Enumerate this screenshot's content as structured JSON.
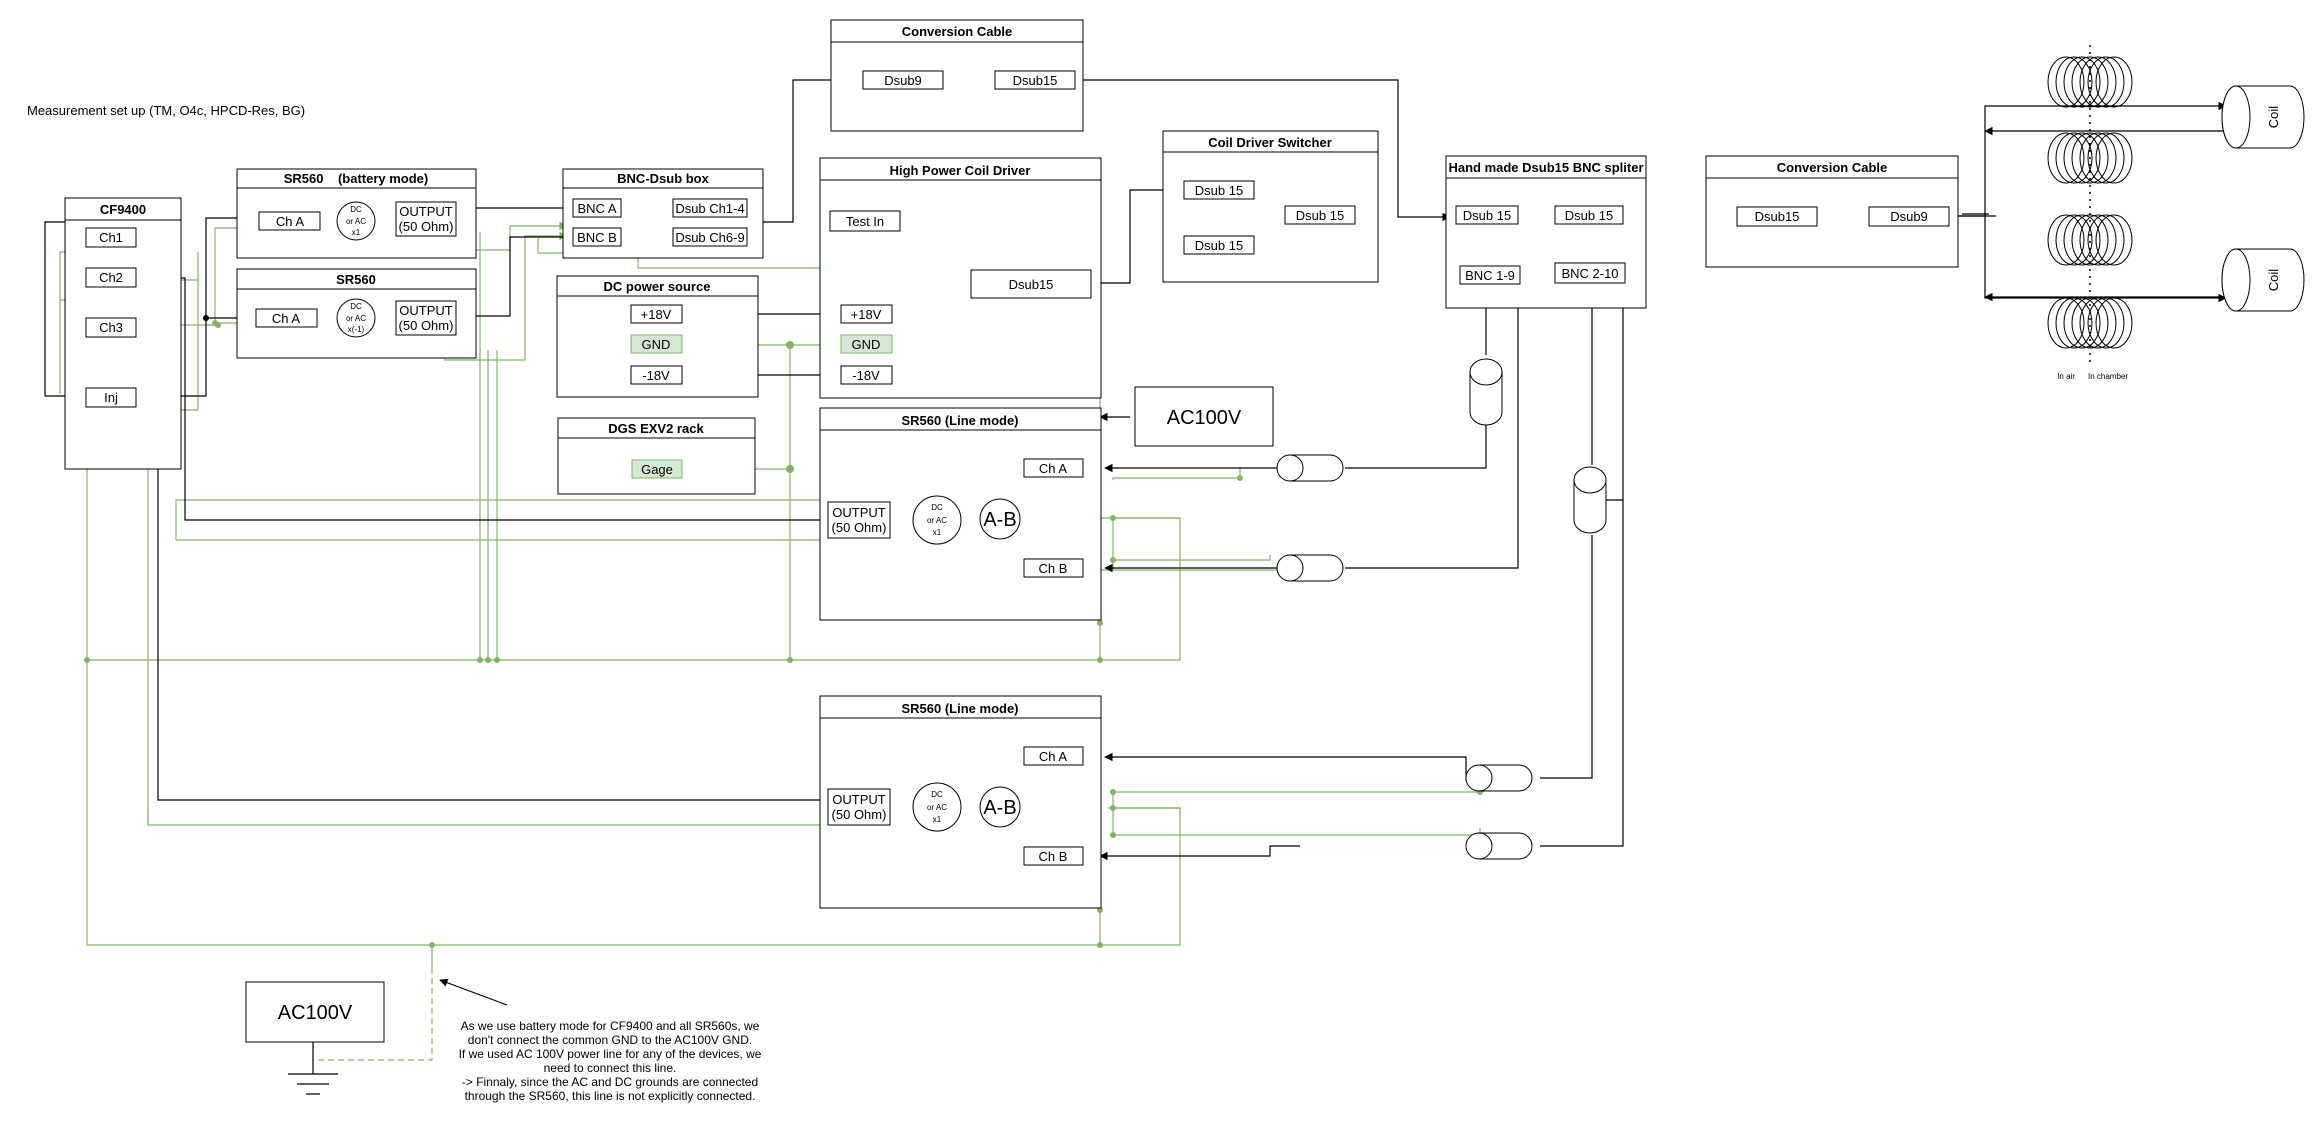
{
  "caption": "Measurement set up (TM, O4c, HPCD-Res, BG)",
  "colors": {
    "line": "#000000",
    "ground": "#82b366",
    "ground_fill": "#d5e8d4"
  },
  "cf9400": {
    "title": "CF9400",
    "ch1": "Ch1",
    "ch2": "Ch2",
    "ch3": "Ch3",
    "inj": "Inj"
  },
  "sr560_batt": {
    "title": "SR560    (battery mode)",
    "cha": "Ch A",
    "dc1": "DC",
    "dc2": "or AC",
    "dc3": "x1",
    "out1": "OUTPUT",
    "out2": "(50 Ohm)"
  },
  "sr560": {
    "title": "SR560",
    "cha": "Ch A",
    "dc1": "DC",
    "dc2": "or AC",
    "dc3": "x(-1)",
    "out1": "OUTPUT",
    "out2": "(50 Ohm)"
  },
  "bnc_dsub": {
    "title": "BNC-Dsub box",
    "bnca": "BNC A",
    "bncb": "BNC B",
    "ch14": "Dsub Ch1-4",
    "ch69": "Dsub Ch6-9"
  },
  "dc_power": {
    "title": "DC power source",
    "p18": "+18V",
    "gnd": "GND",
    "m18": "-18V"
  },
  "dgs": {
    "title": "DGS EXV2 rack",
    "gage": "Gage"
  },
  "conv_cable_1": {
    "title": "Conversion Cable",
    "a": "Dsub9",
    "b": "Dsub15"
  },
  "hpcd": {
    "title": "High Power Coil Driver",
    "test": "Test In",
    "dsub": "Dsub15",
    "p18": "+18V",
    "gnd": "GND",
    "m18": "-18V"
  },
  "switcher": {
    "title": "Coil Driver Switcher",
    "a": "Dsub 15",
    "b": "Dsub 15",
    "c": "Dsub 15"
  },
  "splitter": {
    "title": "Hand made Dsub15 BNC spliter",
    "a": "Dsub 15",
    "b": "Dsub 15",
    "bnc1": "BNC 1-9",
    "bnc2": "BNC 2-10"
  },
  "conv_cable_2": {
    "title": "Conversion Cable",
    "a": "Dsub15",
    "b": "Dsub9"
  },
  "coil_top": "Coil",
  "coil_bottom": "Coil",
  "label_air": "In air",
  "label_chamber": "In chamber",
  "ac100v_top": "AC100V",
  "ac100v_bottom": "AC100V",
  "sr560_line_1": {
    "title": "SR560 (Line mode)",
    "cha": "Ch A",
    "chb": "Ch B",
    "ab": "A-B",
    "dc1": "DC",
    "dc2": "or AC",
    "dc3": "x1",
    "out1": "OUTPUT",
    "out2": "(50 Ohm)"
  },
  "sr560_line_2": {
    "title": "SR560 (Line mode)",
    "cha": "Ch A",
    "chb": "Ch B",
    "ab": "A-B",
    "dc1": "DC",
    "dc2": "or AC",
    "dc3": "x1",
    "out1": "OUTPUT",
    "out2": "(50 Ohm)"
  },
  "note": [
    "As we use battery mode for CF9400 and all SR560s, we",
    "don't connect the common GND to the AC100V GND.",
    "If we used AC 100V power line for any of the devices, we",
    "need to connect this line.",
    "-> Finnaly, since the AC and DC grounds are connected",
    "through the SR560, this line is not explicitly connected."
  ]
}
